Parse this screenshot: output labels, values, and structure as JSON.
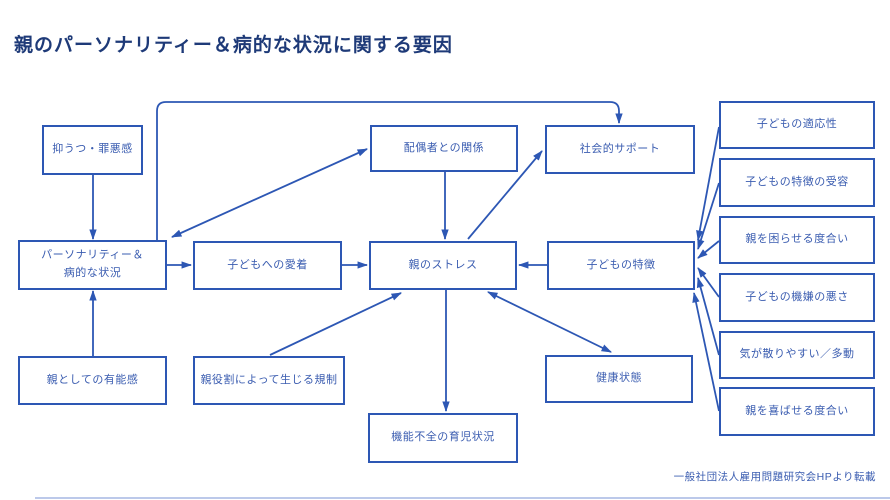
{
  "title": "親のパーソナリティー＆病的な状況に関する要因",
  "citation": "一般社団法人雇用問題研究会HPより転載",
  "colors": {
    "line": "#2d57b4",
    "title": "#1e3a78",
    "text": "#3a5cb0",
    "footer_rule": "#bcc9ea"
  },
  "nodes": {
    "depression": "抑うつ・罪悪感",
    "spouse_relationship": "配偶者との関係",
    "social_support": "社会的サポート",
    "personality": "パーソナリティー＆\n病的な状況",
    "child_attachment": "子どもへの愛着",
    "parent_stress": "親のストレス",
    "child_traits": "子どもの特徴",
    "parental_competence": "親としての有能感",
    "role_restrictions": "親役割によって生じる規制",
    "health": "健康状態",
    "dysfunctional_parenting": "機能不全の育児状況",
    "child_adaptability": "子どもの適応性",
    "trait_acceptance": "子どもの特徴の受容",
    "troubling_degree": "親を困らせる度合い",
    "moodiness": "子どもの機嫌の悪さ",
    "distractibility": "気が散りやすい／多動",
    "pleasing_degree": "親を喜ばせる度合い"
  },
  "edges": [
    {
      "from": "depression",
      "to": "personality",
      "bidirectional": false
    },
    {
      "from": "parental_competence",
      "to": "personality",
      "bidirectional": false
    },
    {
      "from": "personality",
      "to": "spouse_relationship",
      "bidirectional": true
    },
    {
      "from": "personality",
      "to": "social_support",
      "bidirectional": false
    },
    {
      "from": "personality",
      "to": "child_attachment",
      "bidirectional": false
    },
    {
      "from": "child_attachment",
      "to": "parent_stress",
      "bidirectional": false
    },
    {
      "from": "spouse_relationship",
      "to": "parent_stress",
      "bidirectional": false
    },
    {
      "from": "parent_stress",
      "to": "social_support",
      "bidirectional": false
    },
    {
      "from": "child_traits",
      "to": "parent_stress",
      "bidirectional": false
    },
    {
      "from": "role_restrictions",
      "to": "parent_stress",
      "bidirectional": false
    },
    {
      "from": "parent_stress",
      "to": "health",
      "bidirectional": true
    },
    {
      "from": "parent_stress",
      "to": "dysfunctional_parenting",
      "bidirectional": false
    },
    {
      "from": "child_adaptability",
      "to": "child_traits",
      "bidirectional": false
    },
    {
      "from": "trait_acceptance",
      "to": "child_traits",
      "bidirectional": false
    },
    {
      "from": "troubling_degree",
      "to": "child_traits",
      "bidirectional": false
    },
    {
      "from": "moodiness",
      "to": "child_traits",
      "bidirectional": false
    },
    {
      "from": "distractibility",
      "to": "child_traits",
      "bidirectional": false
    },
    {
      "from": "pleasing_degree",
      "to": "child_traits",
      "bidirectional": false
    }
  ]
}
